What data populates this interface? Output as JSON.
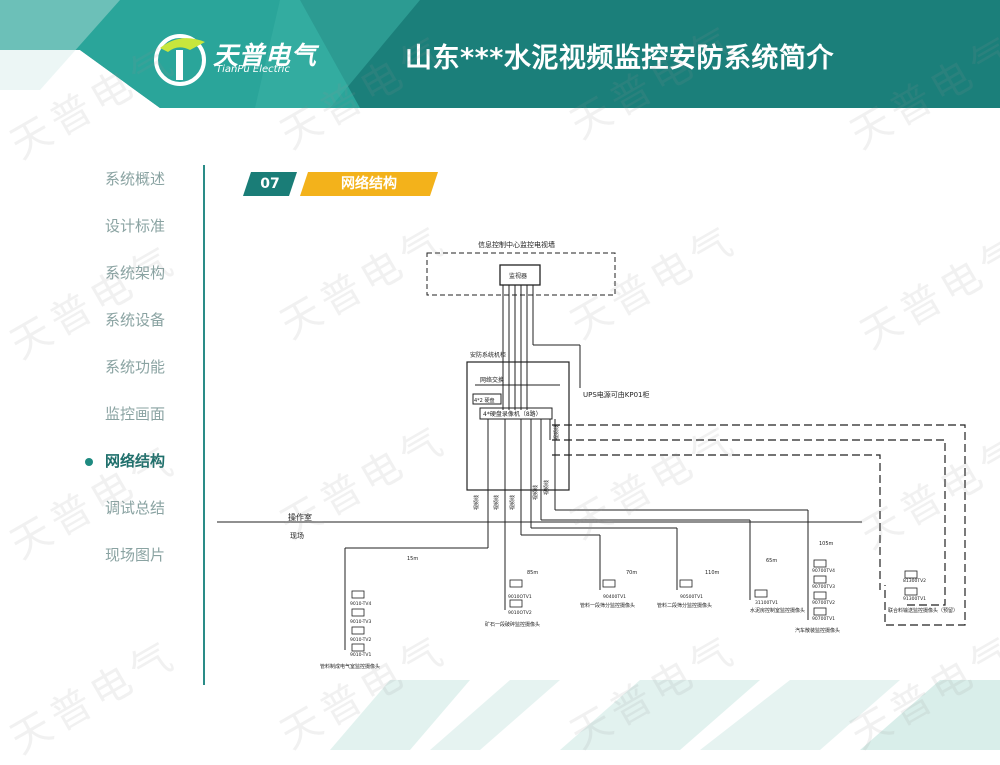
{
  "header": {
    "logo_name": "天普电气",
    "logo_sub": "TianPu Electric",
    "title": "山东***水泥视频监控安防系统简介",
    "colors": {
      "teal_dark": "#1b7f7a",
      "teal_light": "#2aa59a",
      "accent": "#f3b21b"
    }
  },
  "sidebar": {
    "items": [
      {
        "label": "系统概述",
        "active": false
      },
      {
        "label": "设计标准",
        "active": false
      },
      {
        "label": "系统架构",
        "active": false
      },
      {
        "label": "系统设备",
        "active": false
      },
      {
        "label": "系统功能",
        "active": false
      },
      {
        "label": "监控画面",
        "active": false
      },
      {
        "label": "网络结构",
        "active": true
      },
      {
        "label": "调试总结",
        "active": false
      },
      {
        "label": "现场图片",
        "active": false
      }
    ]
  },
  "section": {
    "number": "07",
    "title": "网络结构"
  },
  "watermark_text": "天普电气",
  "diagram": {
    "room_label": "信息控制中心监控电视墙",
    "monitor_label": "监视器",
    "cabinet_label": "安防系统机柜",
    "switch_label": "网络交换",
    "ups_label": "UPS电源可由KP01柜",
    "splitter_label": "4*2 硬盘",
    "recorder_label": "4*硬盘录像机（8路）",
    "cable_label": "视频线",
    "zone_label_control": "操作室",
    "zone_label_field": "现场",
    "distances": [
      "15m",
      "85m",
      "70m",
      "110m",
      "65m",
      "105m"
    ],
    "groups": [
      {
        "label": "管料制成电气室监控摄像头",
        "cameras": [
          "9010-TV4",
          "9010-TV3",
          "9010-TV2",
          "9010-TV1"
        ]
      },
      {
        "label": "矿石一段破碎监控摄像头",
        "cameras": [
          "9010OTV1",
          "9010OTV2"
        ]
      },
      {
        "label": "管料一段筛分监控摄像头",
        "cameras": [
          "90400TV1"
        ]
      },
      {
        "label": "管料二段筛分监控摄像头",
        "cameras": [
          "90500TV1"
        ]
      },
      {
        "label": "水泥房控制室监控摄像头",
        "cameras": [
          "31100TV1"
        ]
      },
      {
        "label": "汽车散装监控摄像头",
        "cameras": [
          "90700TV4",
          "90700TV3",
          "90700TV2",
          "90700TV1"
        ]
      },
      {
        "label": "联合料输送监控摄像头（预留）",
        "cameras": [
          "81300TV2",
          "91300TV1"
        ]
      }
    ]
  }
}
